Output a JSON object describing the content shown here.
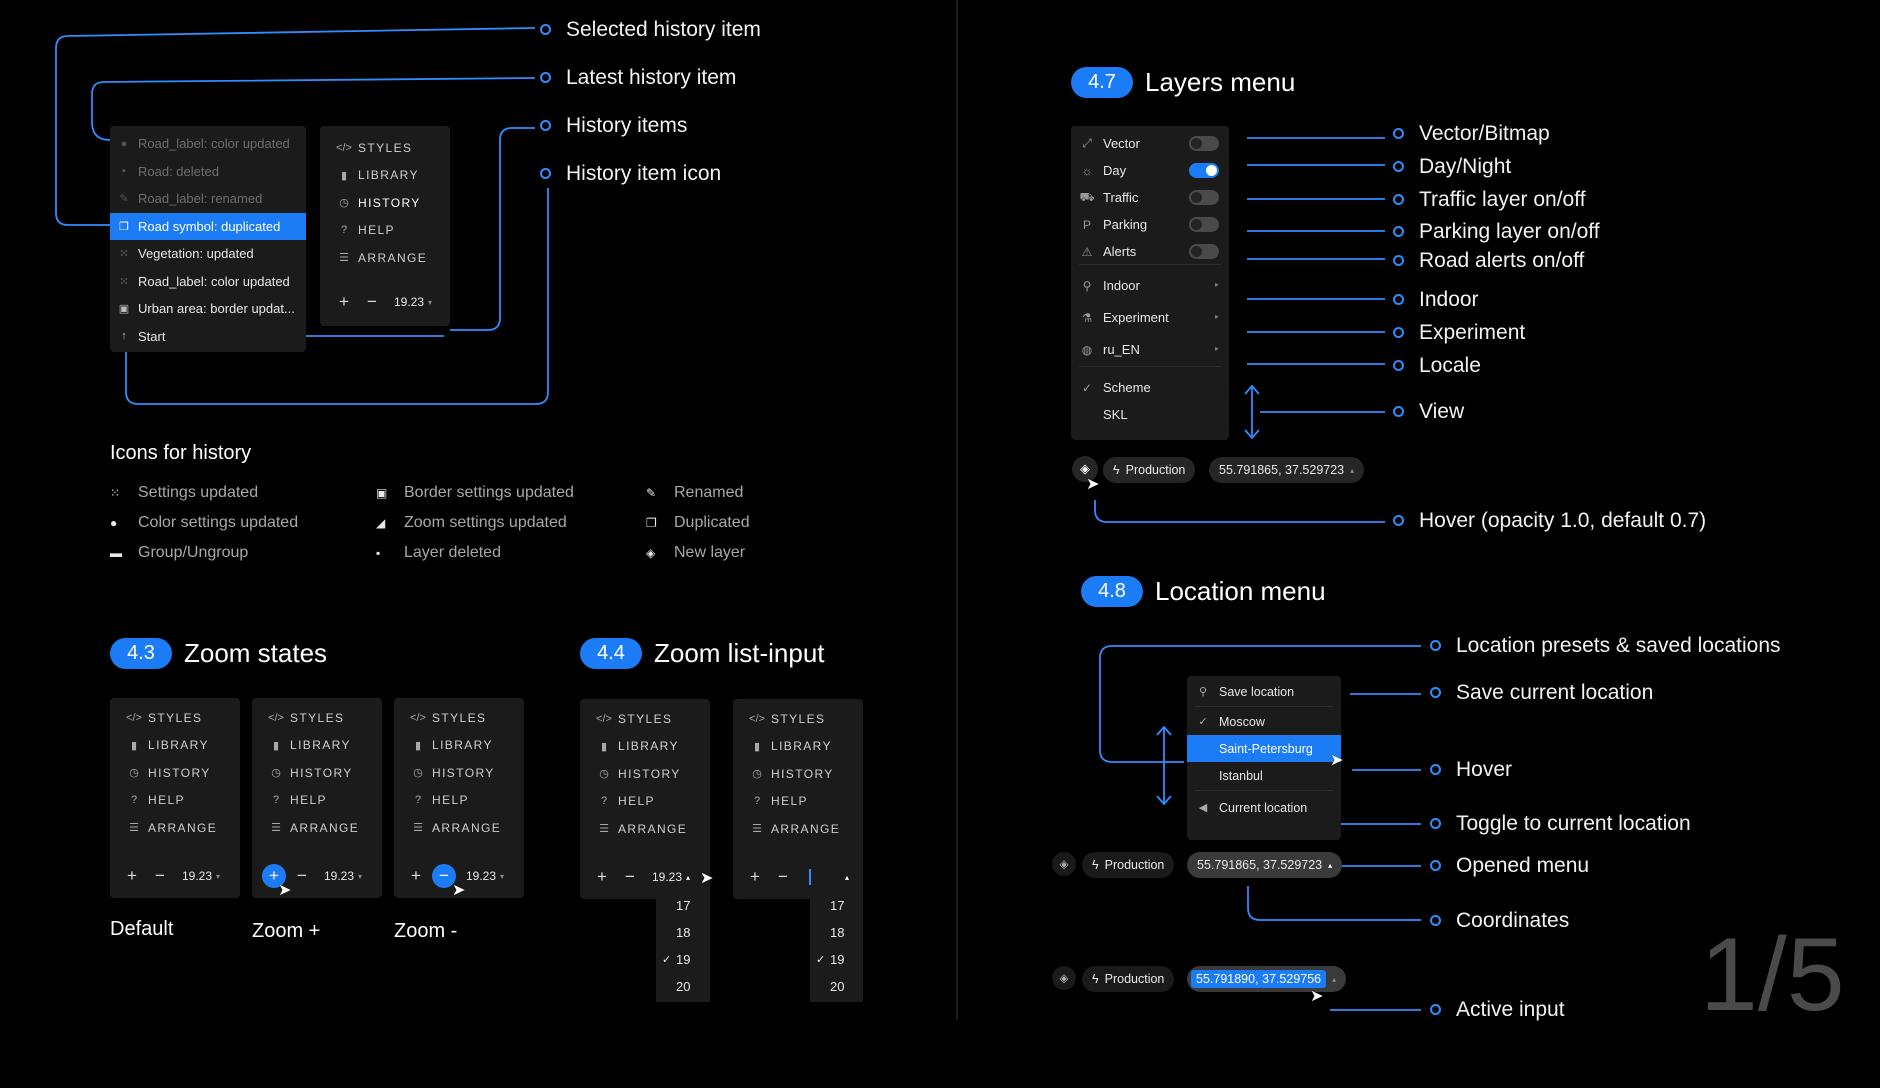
{
  "callouts": {
    "selected": "Selected history item",
    "latest": "Latest history item",
    "items": "History items",
    "icon": "History item icon",
    "vector": "Vector/Bitmap",
    "day": "Day/Night",
    "traffic": "Traffic layer on/off",
    "parking": "Parking layer on/off",
    "alerts": "Road alerts on/off",
    "indoor": "Indoor",
    "experiment": "Experiment",
    "locale": "Locale",
    "view": "View",
    "hover_layers": "Hover (opacity 1.0, default 0.7)",
    "loc_presets": "Location presets & saved locations",
    "save_current": "Save current location",
    "hover_loc": "Hover",
    "toggle_current": "Toggle to current location",
    "opened_menu": "Opened menu",
    "coordinates": "Coordinates",
    "active_input": "Active input"
  },
  "history": {
    "items": [
      {
        "label": "Road_label: color updated",
        "icon": "droplet-icon",
        "glyph": "●",
        "state": "dim"
      },
      {
        "label": "Road: deleted",
        "icon": "trash-icon",
        "glyph": "▪",
        "state": "dim"
      },
      {
        "label": "Road_label: renamed",
        "icon": "pencil-icon",
        "glyph": "✎",
        "state": "dim"
      },
      {
        "label": "Road symbol: duplicated",
        "icon": "duplicate-icon",
        "glyph": "❐",
        "state": "selected"
      },
      {
        "label": "Vegetation: updated",
        "icon": "settings-icon",
        "glyph": "⁙",
        "state": "normal"
      },
      {
        "label": "Road_label: color updated",
        "icon": "settings-icon",
        "glyph": "⁙",
        "state": "normal"
      },
      {
        "label": "Urban area: border updat...",
        "icon": "border-icon",
        "glyph": "▣",
        "state": "normal"
      },
      {
        "label": "Start",
        "icon": "arrow-up-icon",
        "glyph": "↑",
        "state": "normal"
      }
    ]
  },
  "side_menu": {
    "items": [
      {
        "label": "STYLES",
        "glyph": "</>",
        "icon": "code-icon"
      },
      {
        "label": "LIBRARY",
        "glyph": "▮",
        "icon": "book-icon"
      },
      {
        "label": "HISTORY",
        "glyph": "◷",
        "icon": "clock-icon"
      },
      {
        "label": "HELP",
        "glyph": "?",
        "icon": "help-icon"
      },
      {
        "label": "ARRANGE",
        "glyph": "☰",
        "icon": "arrange-icon"
      }
    ],
    "zoom_value": "19.23",
    "plus": "+",
    "minus": "−",
    "arrow_down": "▾",
    "arrow_up": "▴"
  },
  "icons_section": {
    "title": "Icons for history",
    "items": [
      {
        "label": "Settings updated",
        "glyph": "⁙",
        "icon": "settings-icon"
      },
      {
        "label": "Color settings updated",
        "glyph": "●",
        "icon": "droplet-icon"
      },
      {
        "label": "Group/Ungroup",
        "glyph": "▬",
        "icon": "folder-icon"
      },
      {
        "label": "Border settings updated",
        "glyph": "▣",
        "icon": "border-icon"
      },
      {
        "label": "Zoom settings updated",
        "glyph": "◢",
        "icon": "zoom-icon"
      },
      {
        "label": "Layer deleted",
        "glyph": "▪",
        "icon": "trash-icon"
      },
      {
        "label": "Renamed",
        "glyph": "✎",
        "icon": "pencil-icon"
      },
      {
        "label": "Duplicated",
        "glyph": "❐",
        "icon": "duplicate-icon"
      },
      {
        "label": "New layer",
        "glyph": "◈",
        "icon": "layers-icon"
      }
    ]
  },
  "zoom_states": {
    "badge": "4.3",
    "title": "Zoom states",
    "labels": [
      "Default",
      "Zoom +",
      "Zoom -"
    ]
  },
  "zoom_list": {
    "badge": "4.4",
    "title": "Zoom list-input",
    "options": [
      "17",
      "18",
      "19",
      "20"
    ],
    "checked": "19",
    "check_glyph": "✓"
  },
  "layers": {
    "badge": "4.7",
    "title": "Layers menu",
    "rows": [
      {
        "label": "Vector",
        "glyph": "⤢",
        "icon": "vector-icon",
        "kind": "toggle",
        "on": false
      },
      {
        "label": "Day",
        "glyph": "☼",
        "icon": "sun-icon",
        "kind": "toggle",
        "on": true
      },
      {
        "label": "Traffic",
        "glyph": "⛟",
        "icon": "car-icon",
        "kind": "toggle",
        "on": false
      },
      {
        "label": "Parking",
        "glyph": "P",
        "icon": "parking-icon",
        "kind": "toggle",
        "on": false
      },
      {
        "label": "Alerts",
        "glyph": "⚠",
        "icon": "alert-icon",
        "kind": "toggle",
        "on": false
      },
      {
        "label": "Indoor",
        "glyph": "⚲",
        "icon": "indoor-icon",
        "kind": "submenu"
      },
      {
        "label": "Experiment",
        "glyph": "⚗",
        "icon": "flask-icon",
        "kind": "submenu"
      },
      {
        "label": "ru_EN",
        "glyph": "◍",
        "icon": "globe-icon",
        "kind": "submenu"
      },
      {
        "label": "Scheme",
        "glyph": "✓",
        "icon": "check-icon",
        "kind": "option"
      },
      {
        "label": "SKL",
        "glyph": "",
        "icon": "",
        "kind": "option"
      }
    ],
    "production": "Production",
    "bolt": "ϟ",
    "coords": "55.791865, 37.529723",
    "submenu_glyph": "▸"
  },
  "location": {
    "badge": "4.8",
    "title": "Location menu",
    "rows": [
      {
        "label": "Save location",
        "glyph": "⚲",
        "icon": "pin-icon",
        "state": "normal"
      },
      {
        "label": "Moscow",
        "glyph": "✓",
        "icon": "check-icon",
        "state": "normal"
      },
      {
        "label": "Saint-Petersburg",
        "glyph": "",
        "icon": "",
        "state": "hover"
      },
      {
        "label": "Istanbul",
        "glyph": "",
        "icon": "",
        "state": "normal"
      },
      {
        "label": "Current location",
        "glyph": "◀",
        "icon": "locate-icon",
        "state": "normal"
      }
    ],
    "production": "Production",
    "coords_opened": "55.791865, 37.529723",
    "coords_active": "55.791890, 37.529756"
  },
  "page_number": "1/5",
  "colors": {
    "accent": "#1b7cf5",
    "panel": "#1b1b1b",
    "bg": "#000000"
  }
}
